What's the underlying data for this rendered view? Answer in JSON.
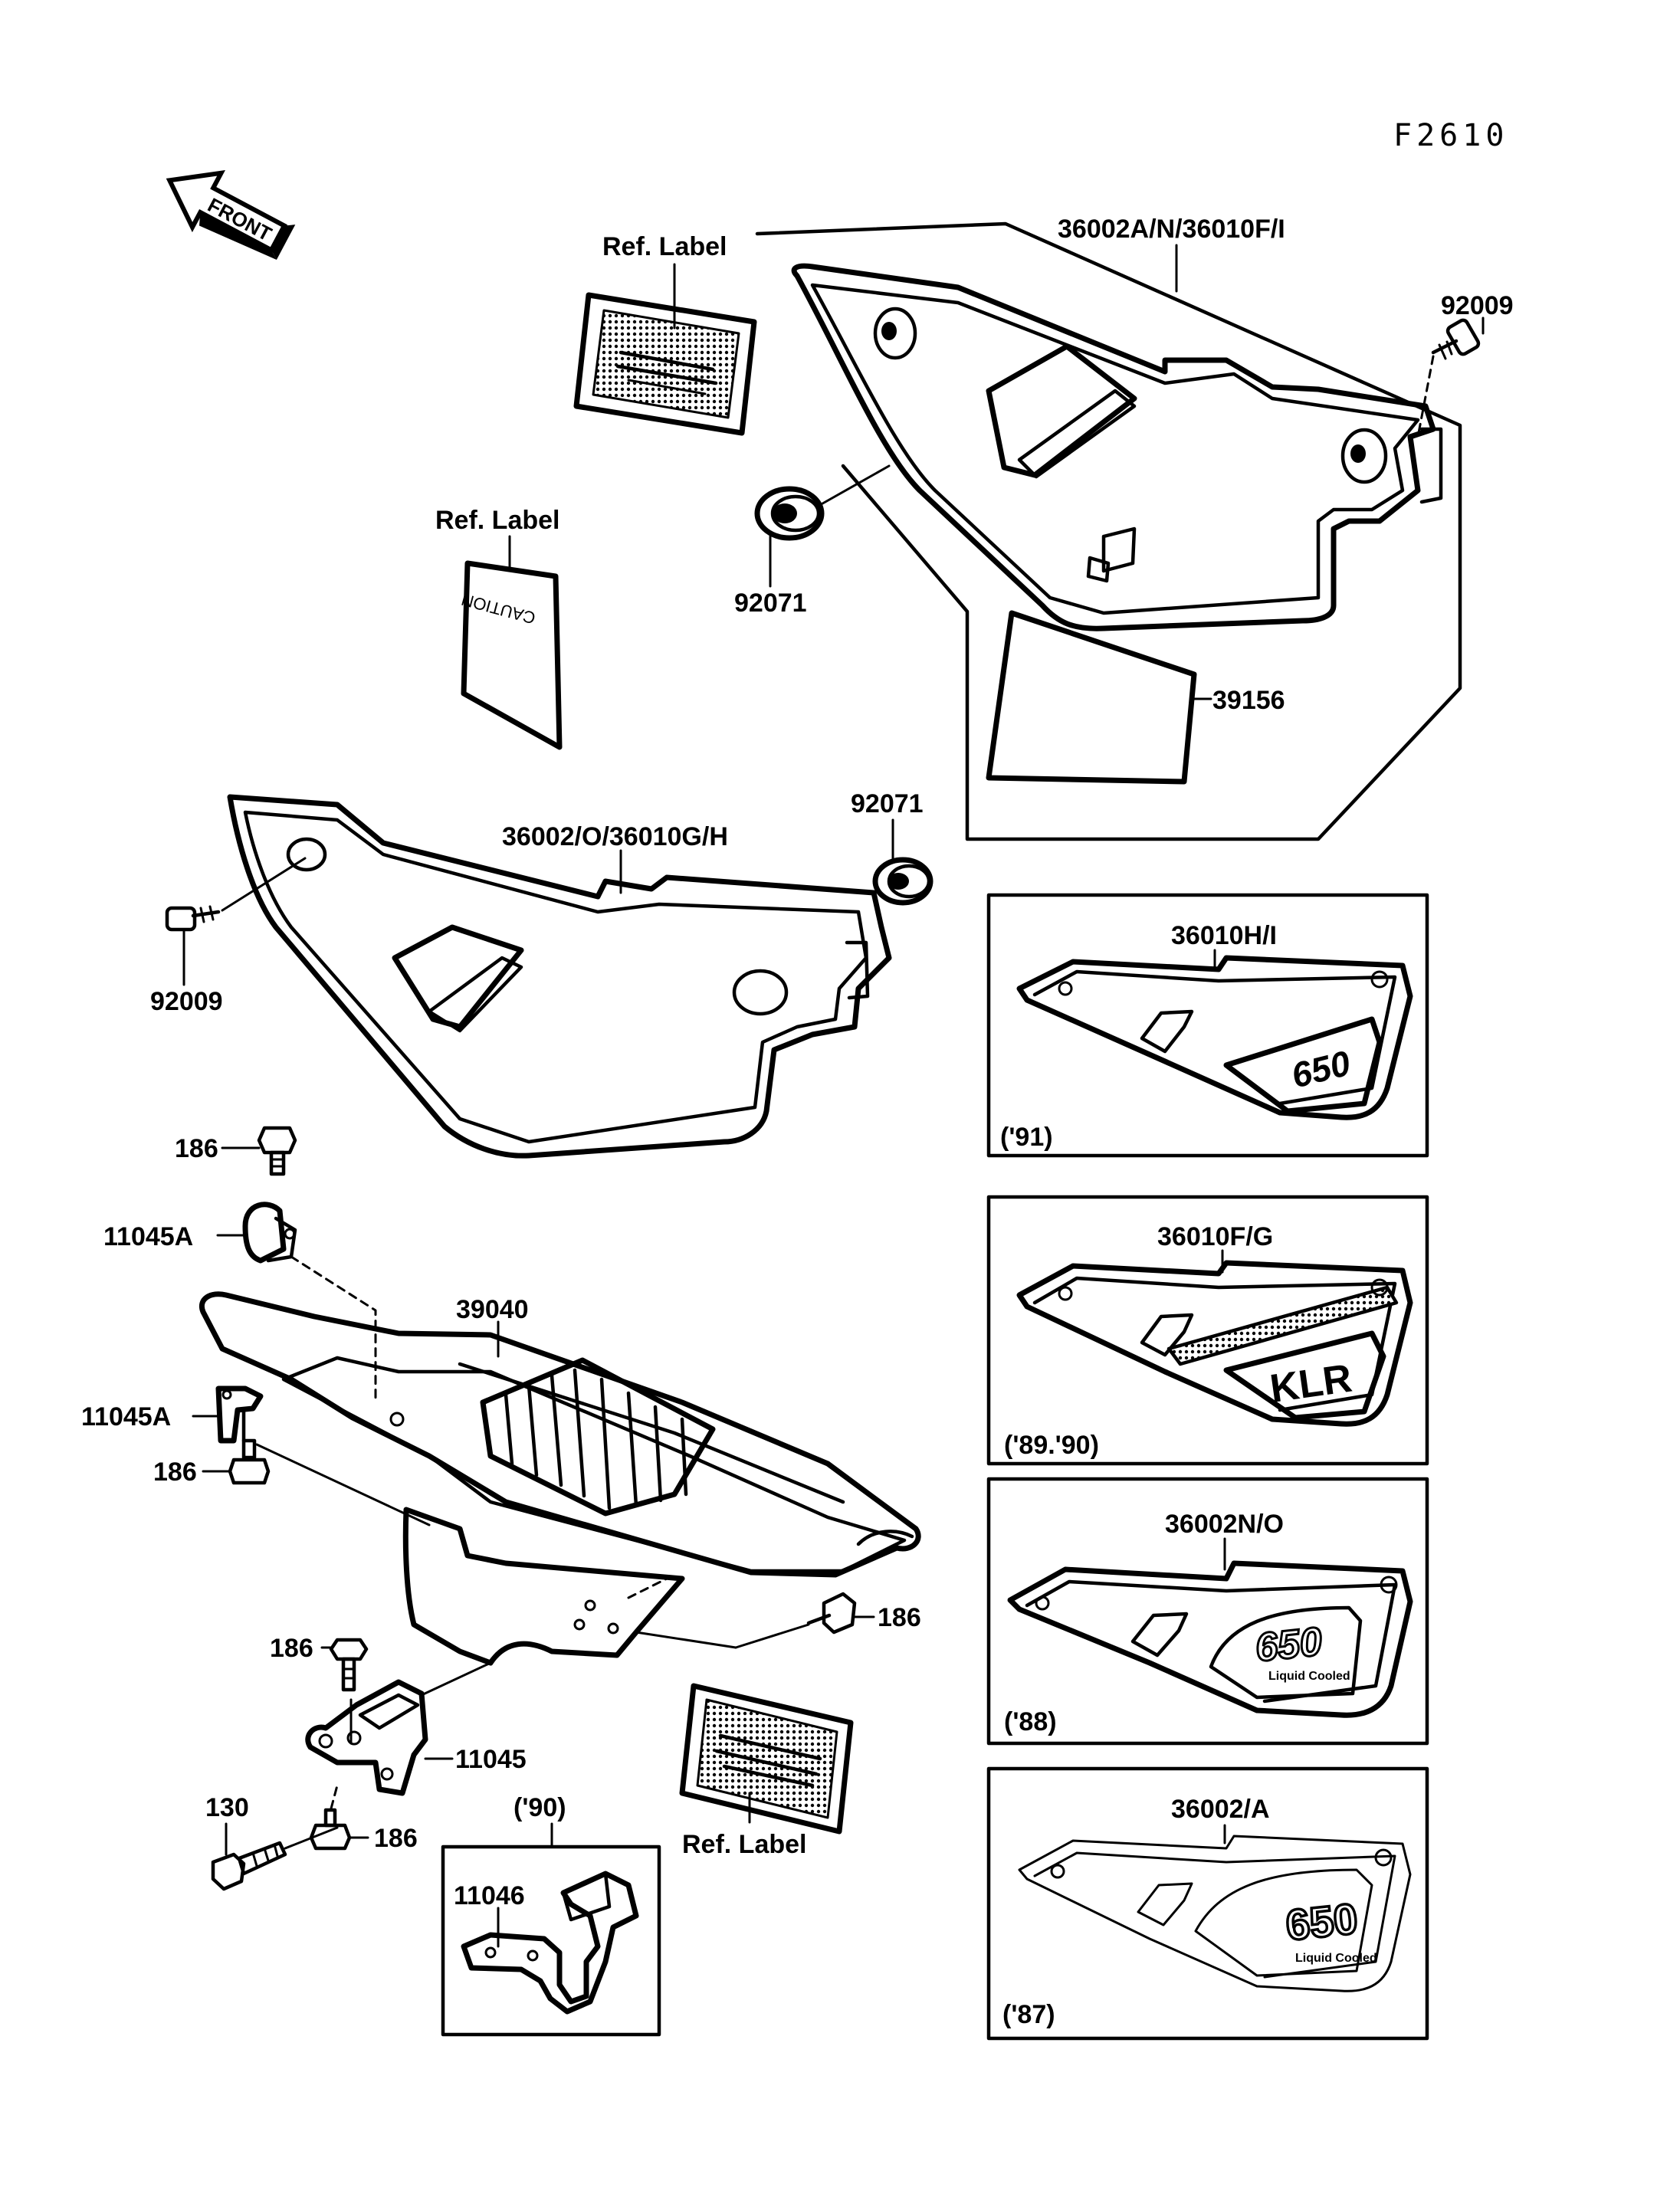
{
  "figure_code": "F2610",
  "front_arrow": {
    "text": "FRONT",
    "icon": "front-direction-arrow-icon"
  },
  "labels": {
    "ref_label_top": "Ref. Label",
    "ref_label_caution": "Ref. Label",
    "ref_label_bottom": "Ref. Label",
    "part_36002A": "36002A/N/36010F/I",
    "part_92009_top": "92009",
    "part_92071_top": "92071",
    "part_39156": "39156",
    "part_36002O": "36002/O/36010G/H",
    "part_92071_mid": "92071",
    "part_92009_left": "92009",
    "part_186_a": "186",
    "part_11045A_top": "11045A",
    "part_39040": "39040",
    "part_11045A_bottom": "11045A",
    "part_186_b": "186",
    "part_186_c": "186",
    "part_186_d": "186",
    "part_11045": "11045",
    "part_130": "130",
    "part_186_e": "186",
    "part_11046": "11046",
    "year_90": "('90)"
  },
  "caution_sticker_text": "CAUTION",
  "variants": [
    {
      "part": "36010H/I",
      "year": "('91)",
      "decal": "650"
    },
    {
      "part": "36010F/G",
      "year": "('89.'90)",
      "decal": "KLR"
    },
    {
      "part": "36002N/O",
      "year": "('88)",
      "decal": "650",
      "subtitle": "Liquid Cooled"
    },
    {
      "part": "36002/A",
      "year": "('87)",
      "decal": "650",
      "subtitle": "Liquid Cooled"
    }
  ]
}
